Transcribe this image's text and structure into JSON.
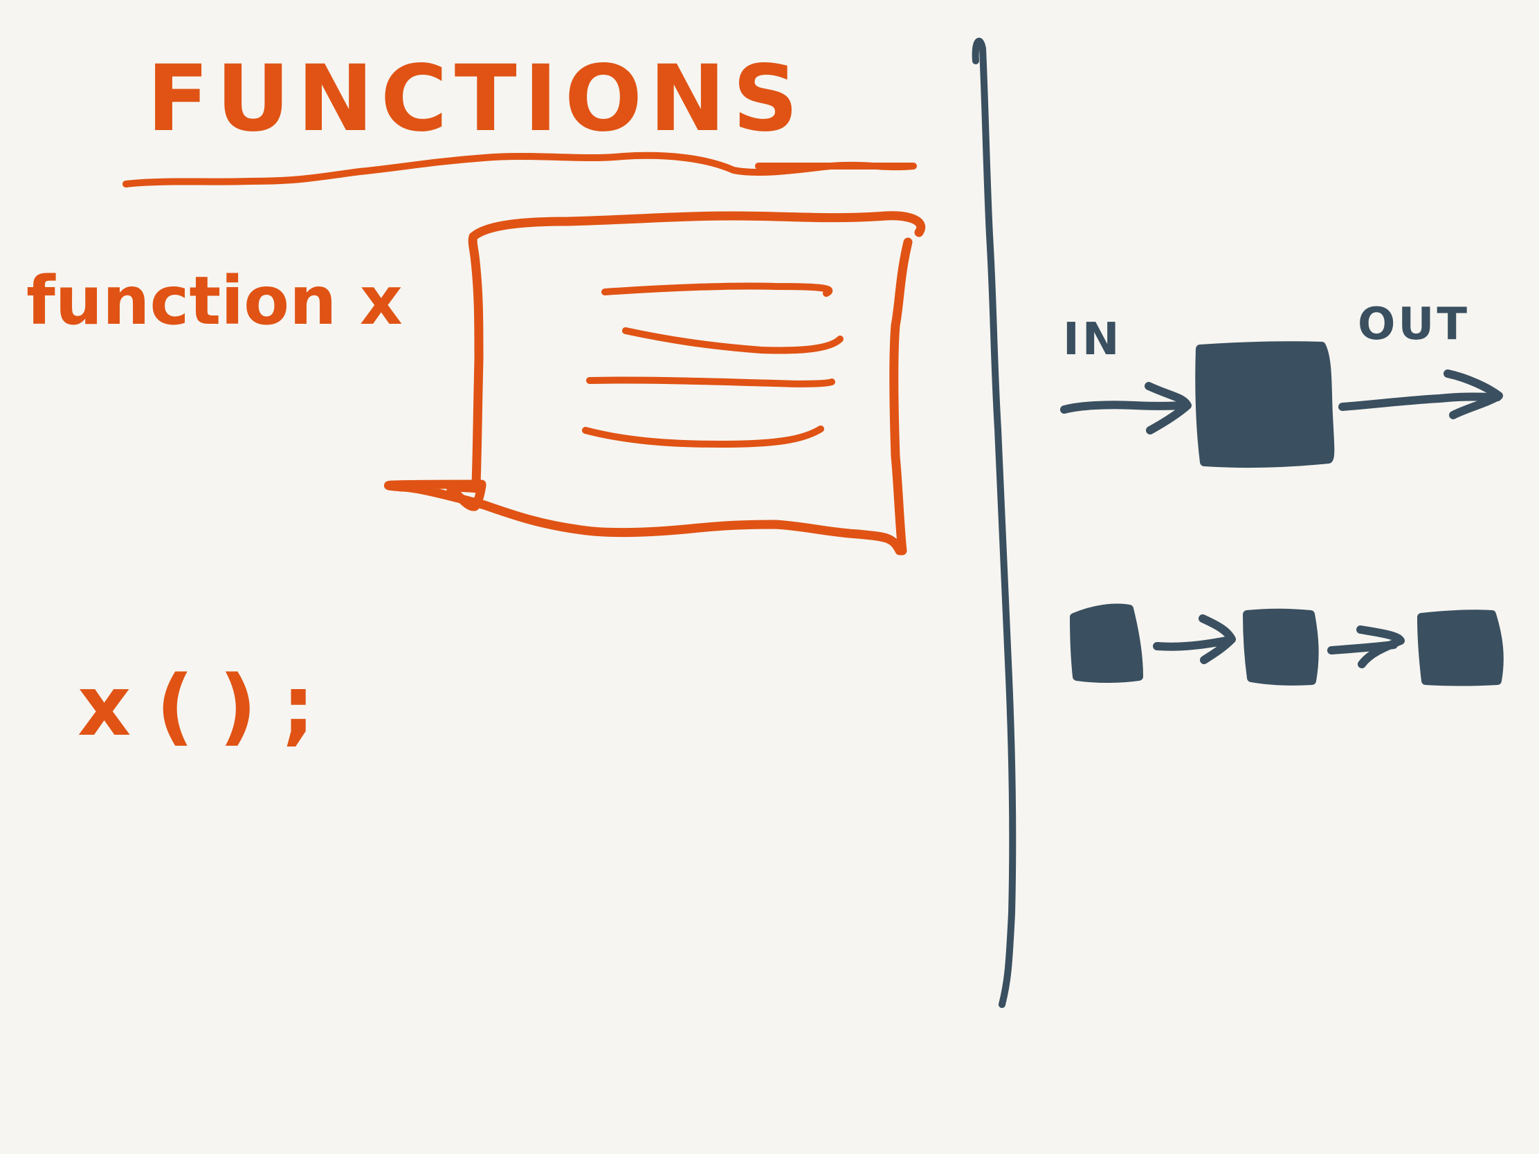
{
  "colors": {
    "background": "#f6f5f1",
    "accent_orange": "#e05314",
    "ink_dark": "#3a4f5f"
  },
  "left_panel": {
    "title": "FUNCTIONS",
    "declaration": "function x",
    "call": "x();"
  },
  "right_panel": {
    "input_label": "IN",
    "output_label": "OUT"
  }
}
